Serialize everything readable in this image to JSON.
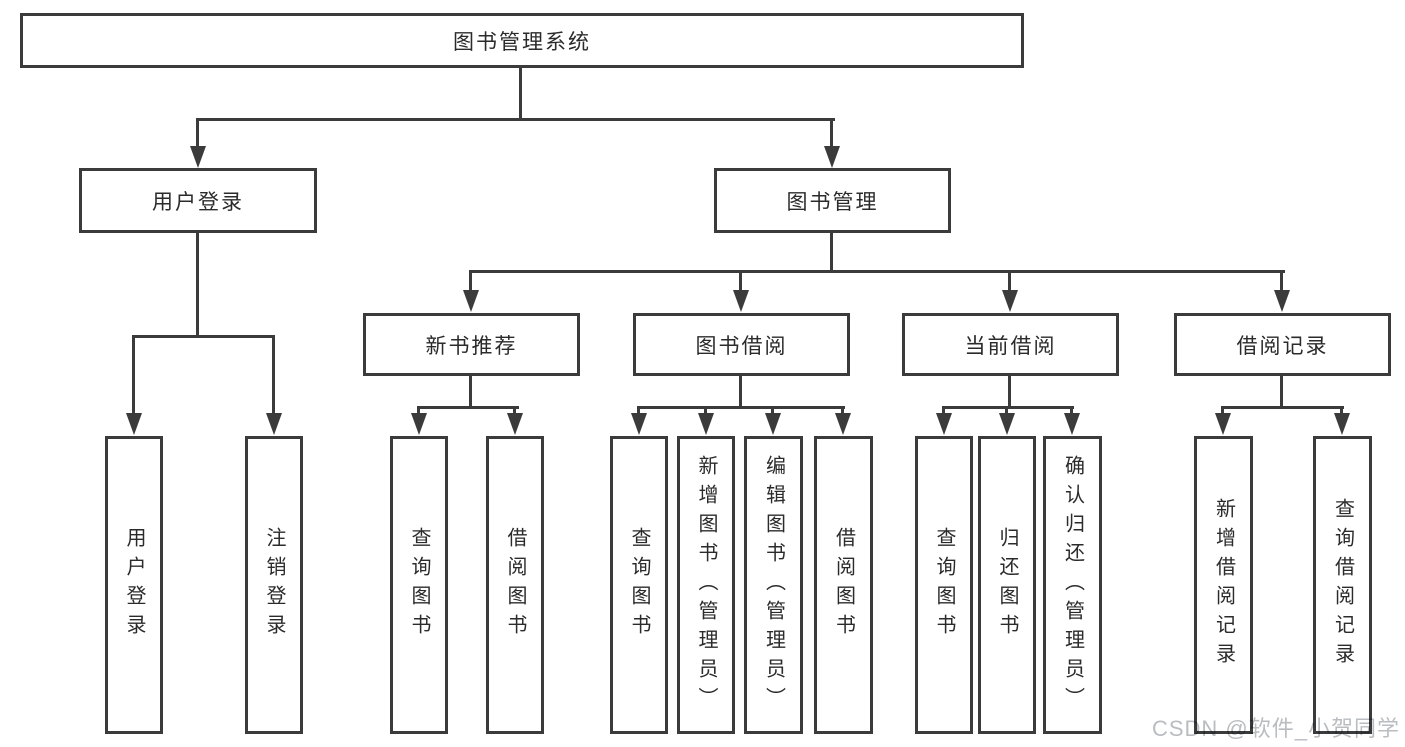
{
  "diagram": {
    "root": {
      "label": "图书管理系统"
    },
    "children": [
      {
        "label": "用户登录",
        "children": [
          {
            "label": "用户登录"
          },
          {
            "label": "注销登录"
          }
        ]
      },
      {
        "label": "图书管理",
        "children": [
          {
            "label": "新书推荐",
            "children": [
              {
                "label": "查询图书"
              },
              {
                "label": "借阅图书"
              }
            ]
          },
          {
            "label": "图书借阅",
            "children": [
              {
                "label": "查询图书"
              },
              {
                "label": "新增图书（管理员）"
              },
              {
                "label": "编辑图书（管理员）"
              },
              {
                "label": "借阅图书"
              }
            ]
          },
          {
            "label": "当前借阅",
            "children": [
              {
                "label": "查询图书"
              },
              {
                "label": "归还图书"
              },
              {
                "label": "确认归还（管理员）"
              }
            ]
          },
          {
            "label": "借阅记录",
            "children": [
              {
                "label": "新增借阅记录"
              },
              {
                "label": "查询借阅记录"
              }
            ]
          }
        ]
      }
    ]
  },
  "watermark": {
    "text": "CSDN @软件_小贺同学"
  },
  "colors": {
    "line": "#3b3b3b",
    "text": "#2b2b2b",
    "background": "#ffffff",
    "watermark": "#b9bdc1"
  }
}
